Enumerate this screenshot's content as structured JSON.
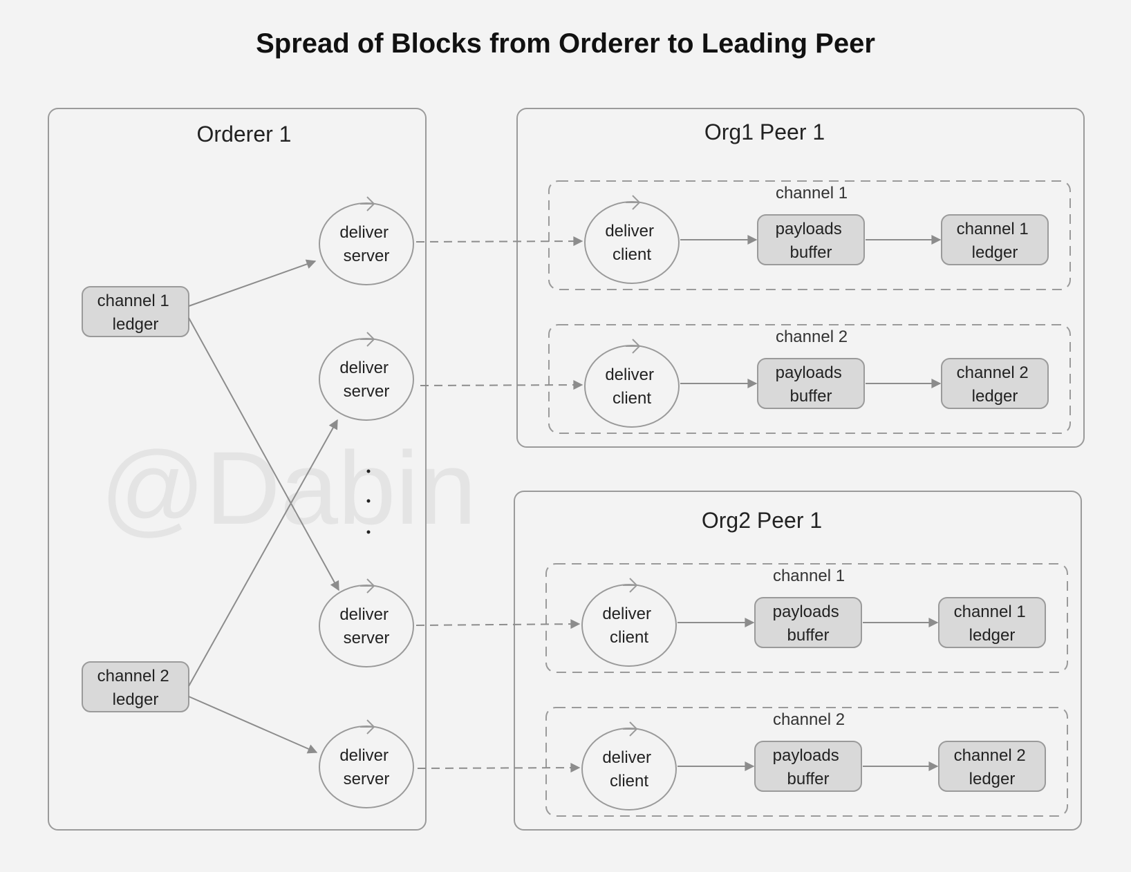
{
  "title": "Spread of Blocks from Orderer to Leading Peer",
  "watermark": "@Dabin",
  "orderer": {
    "title": "Orderer 1",
    "ledgers": [
      {
        "line1": "channel 1",
        "line2": "ledger"
      },
      {
        "line1": "channel 2",
        "line2": "ledger"
      }
    ],
    "servers": [
      {
        "line1": "deliver",
        "line2": "server"
      },
      {
        "line1": "deliver",
        "line2": "server"
      },
      {
        "line1": "deliver",
        "line2": "server"
      },
      {
        "line1": "deliver",
        "line2": "server"
      }
    ],
    "ellipsis": "·"
  },
  "peers": [
    {
      "title": "Org1 Peer 1",
      "channels": [
        {
          "label": "channel 1",
          "client": {
            "line1": "deliver",
            "line2": "client"
          },
          "buffer": {
            "line1": "payloads",
            "line2": "buffer"
          },
          "ledger": {
            "line1": "channel 1",
            "line2": "ledger"
          }
        },
        {
          "label": "channel 2",
          "client": {
            "line1": "deliver",
            "line2": "client"
          },
          "buffer": {
            "line1": "payloads",
            "line2": "buffer"
          },
          "ledger": {
            "line1": "channel 2",
            "line2": "ledger"
          }
        }
      ]
    },
    {
      "title": "Org2 Peer 1",
      "channels": [
        {
          "label": "channel 1",
          "client": {
            "line1": "deliver",
            "line2": "client"
          },
          "buffer": {
            "line1": "payloads",
            "line2": "buffer"
          },
          "ledger": {
            "line1": "channel 1",
            "line2": "ledger"
          }
        },
        {
          "label": "channel 2",
          "client": {
            "line1": "deliver",
            "line2": "client"
          },
          "buffer": {
            "line1": "payloads",
            "line2": "buffer"
          },
          "ledger": {
            "line1": "channel 2",
            "line2": "ledger"
          }
        }
      ]
    }
  ],
  "colors": {
    "background": "#f3f3f3",
    "border": "#9a9a9a",
    "node_fill": "#d9d9d9",
    "arrow": "#8c8c8c",
    "text": "#222222"
  }
}
